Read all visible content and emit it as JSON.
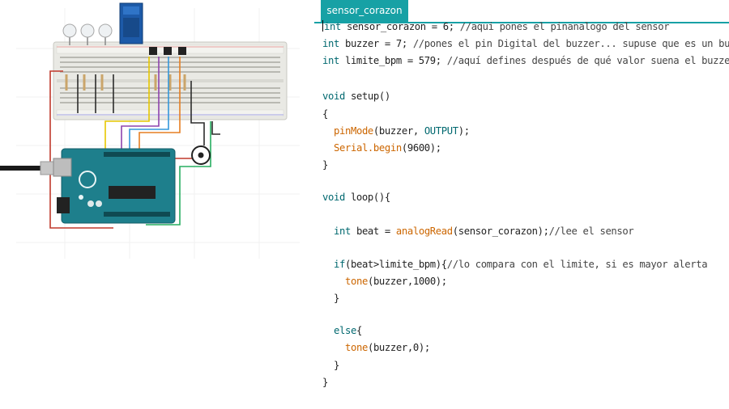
{
  "editor": {
    "tab_label": "sensor_corazon",
    "code": {
      "l1_kw": "int",
      "l1_rest": " sensor_corazon = 6; ",
      "l1_cm": "//aqui pones el pinanalogo del sensor",
      "l2_kw": "int",
      "l2_rest": " buzzer = 7; ",
      "l2_cm": "//pones el pin Digital del buzzer... supuse que es un buze",
      "l3_kw": "int",
      "l3_rest": " limite_bpm = 579; ",
      "l3_cm": "//aquí defines después de qué valor suena el buzzer",
      "l4_kw": "void",
      "l4_rest": " setup()",
      "l5": "{",
      "l6_fn": "pinMode",
      "l6_a": "(buzzer, ",
      "l6_kw": "OUTPUT",
      "l6_b": ");",
      "l7_fn": "Serial.begin",
      "l7_rest": "(9600);",
      "l8": "}",
      "l9_kw": "void",
      "l9_rest": " loop(){",
      "l10_kw": "int",
      "l10_a": " beat = ",
      "l10_fn": "analogRead",
      "l10_b": "(sensor_corazon);",
      "l10_cm": "//lee el sensor",
      "l11_kw": "if",
      "l11_a": "(beat>limite_bpm){",
      "l11_cm": "//lo compara con el limite, si es mayor alerta",
      "l12_fn": "tone",
      "l12_rest": "(buzzer,1000);",
      "l13": "}",
      "l14_kw": "else",
      "l14_rest": "{",
      "l15_fn": "tone",
      "l15_rest": "(buzzer,0);",
      "l16": "}",
      "l17": "}"
    }
  },
  "circuit": {
    "board_color": "#1e7f8c",
    "breadboard_color": "#e9e9e4",
    "wire_colors": [
      "#c0392b",
      "#2c2c2c",
      "#e6c700",
      "#8e44ad",
      "#27ae60",
      "#e67e22",
      "#3498db"
    ]
  }
}
